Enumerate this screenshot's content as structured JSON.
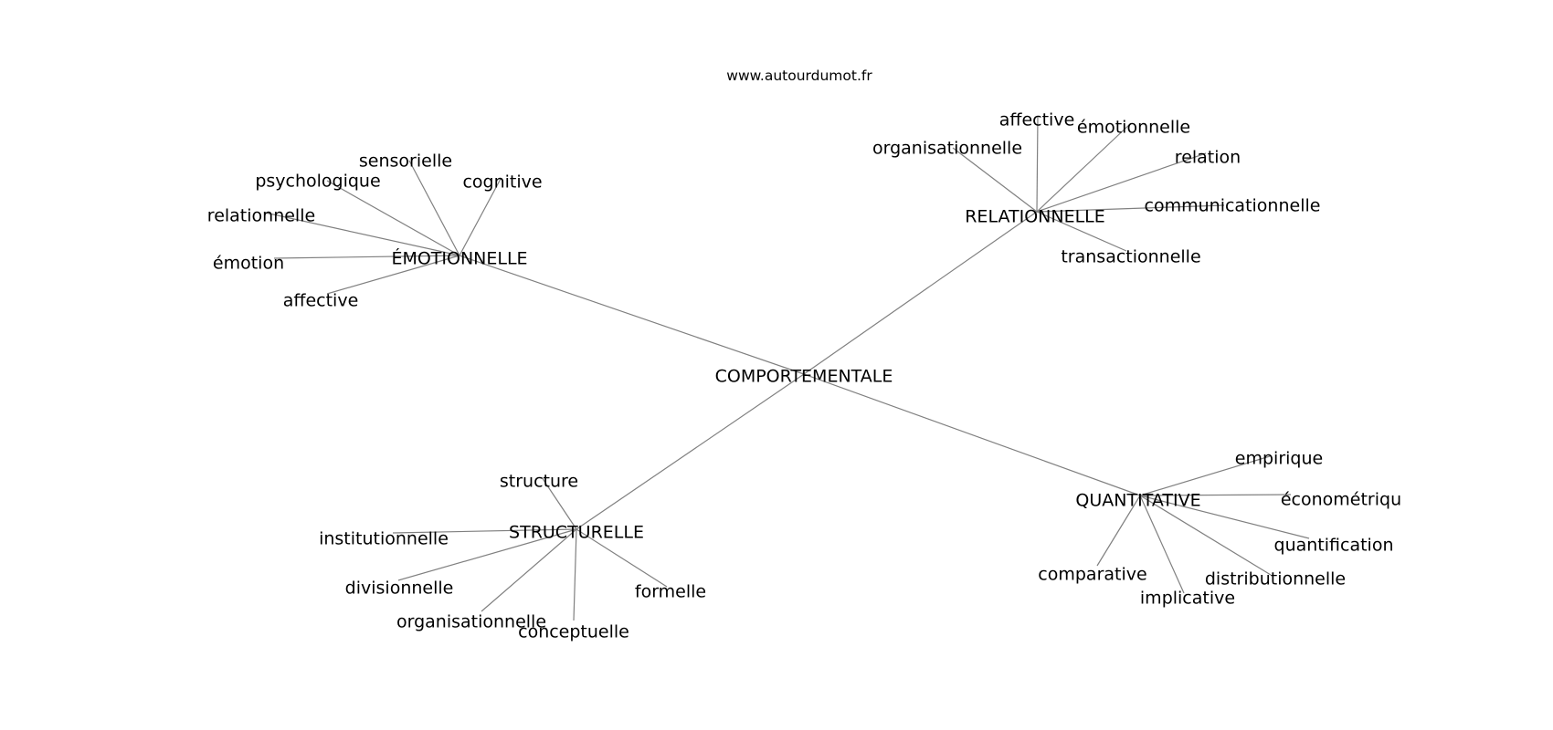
{
  "site": "www.autourdumot.fr",
  "root": "COMPORTEMENTALE",
  "hubs": {
    "emotionnelle": {
      "label": "ÉMOTIONNELLE",
      "leaves": [
        "sensorielle",
        "psychologique",
        "cognitive",
        "relationnelle",
        "émotion",
        "affective"
      ]
    },
    "relationnelle": {
      "label": "RELATIONNELLE",
      "leaves": [
        "affective",
        "émotionnelle",
        "organisationnelle",
        "relation",
        "communicationnelle",
        "transactionnelle"
      ]
    },
    "structurelle": {
      "label": "STRUCTURELLE",
      "leaves": [
        "structure",
        "institutionnelle",
        "divisionnelle",
        "organisationnelle",
        "conceptuelle",
        "formelle"
      ]
    },
    "quantitative": {
      "label": "QUANTITATIVE",
      "leaves": [
        "empirique",
        "économétriqu",
        "quantification",
        "comparative",
        "distributionnelle",
        "implicative"
      ]
    }
  },
  "colors": {
    "edge": "#808080",
    "text": "#000000",
    "background": "#ffffff"
  }
}
